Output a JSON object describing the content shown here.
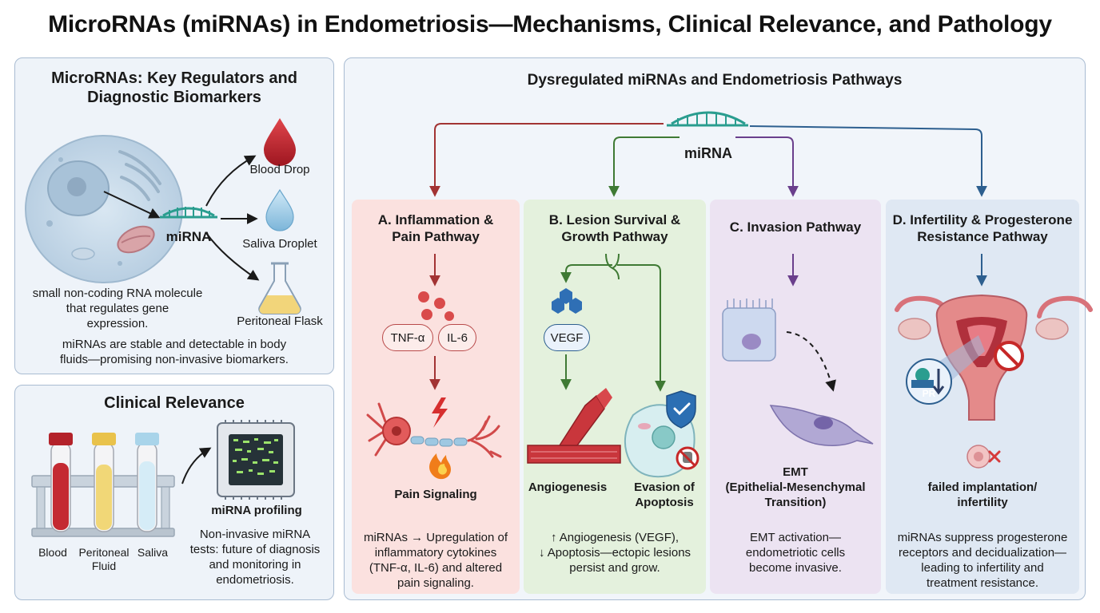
{
  "title": "MicroRNAs (miRNAs) in Endometriosis—Mechanisms, Clinical Relevance, and Pathology",
  "biomarkers": {
    "heading_line1": "MicroRNAs: Key Regulators and",
    "heading_line2": "Diagnostic Biomarkers",
    "mirna_label": "miRNA",
    "fluids": [
      "Blood Drop",
      "Saliva Droplet",
      "Peritoneal Flask"
    ],
    "definition_lines": [
      "small non-coding RNA molecule",
      "that regulates gene",
      "expression."
    ],
    "stability_lines": [
      "miRNAs are stable and detectable in body",
      "fluids—promising non-invasive biomarkers."
    ]
  },
  "clinical": {
    "heading": "Clinical Relevance",
    "tube_labels": [
      "Blood",
      "Peritoneal",
      "Fluid",
      "Saliva"
    ],
    "profiling_label": "miRNA profiling",
    "description_lines": [
      "Non-invasive miRNA",
      "tests: future of diagnosis",
      "and monitoring in",
      "endometriosis."
    ]
  },
  "pathways": {
    "heading": "Dysregulated miRNAs and Endometriosis Pathways",
    "mirna_label": "miRNA",
    "a": {
      "title_lines": [
        "A. Inflammation &",
        "Pain Pathway"
      ],
      "cytokines": [
        "TNF-α",
        "IL-6"
      ],
      "signal_label": "Pain Signaling",
      "description_lines": [
        "miRNAs → Upregulation of",
        "inflammatory cytokines",
        "(TNF-α, IL-6) and altered",
        "pain signaling."
      ]
    },
    "b": {
      "title_lines": [
        "B. Lesion Survival &",
        "Growth Pathway"
      ],
      "factor": "VEGF",
      "outcome_left": "Angiogenesis",
      "outcome_right_lines": [
        "Evasion of",
        "Apoptosis"
      ],
      "description_lines": [
        "↑ Angiogenesis (VEGF),",
        "↓ Apoptosis—ectopic lesions",
        "persist and grow."
      ]
    },
    "c": {
      "title": "C. Invasion Pathway",
      "process_lines": [
        "EMT",
        "(Epithelial-Mesenchymal",
        "Transition)"
      ],
      "description_lines": [
        "EMT activation—",
        "endometriotic cells",
        "become invasive."
      ]
    },
    "d": {
      "title_lines": [
        "D. Infertility & Progesterone",
        "Resistance Pathway"
      ],
      "receptor_label": "PR",
      "outcome_lines": [
        "failed implantation/",
        "infertility"
      ],
      "description_lines": [
        "miRNAs suppress progesterone",
        "receptors and decidualization—",
        "leading to infertility and",
        "treatment resistance."
      ]
    }
  },
  "colors": {
    "inflammation": "#b23a3a",
    "survival": "#3f7a34",
    "invasion": "#6a3f8c",
    "infertility": "#2d5f8f",
    "mirna": "#2a9d8f"
  }
}
